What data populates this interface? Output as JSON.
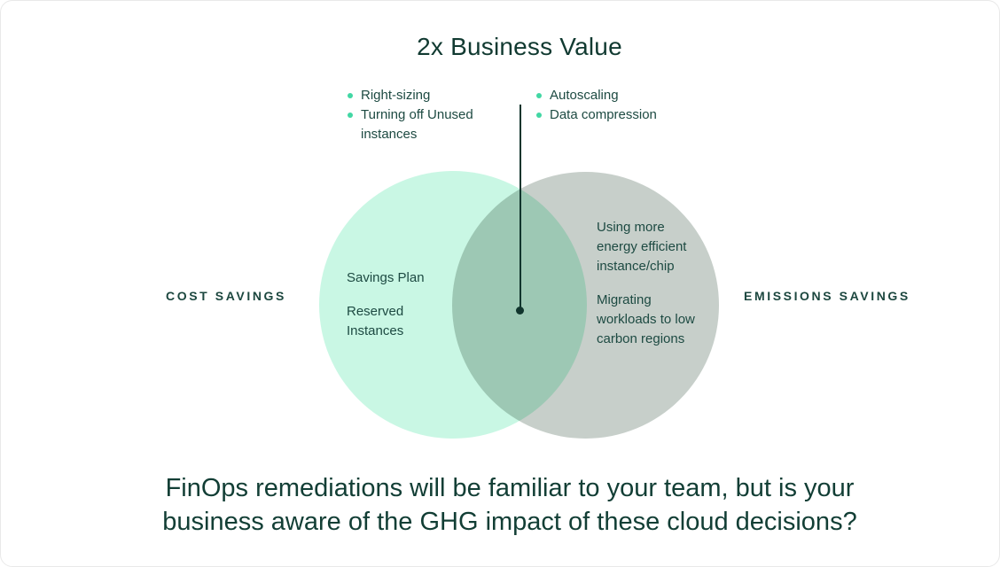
{
  "title": "2x Business Value",
  "top_lists": {
    "left": {
      "items": [
        "Right-sizing",
        "Turning off Unused instances"
      ]
    },
    "right": {
      "items": [
        "Autoscaling",
        "Data compression"
      ]
    }
  },
  "venn": {
    "left_label": "COST SAVINGS",
    "right_label": "EMISSIONS SAVINGS",
    "left_items": [
      "Savings Plan",
      "Reserved Instances"
    ],
    "right_items": [
      "Using more energy efficient instance/chip",
      "Migrating workloads to low carbon regions"
    ],
    "colors": {
      "left_circle": "#c9f7e4",
      "right_circle": "#c7cfca",
      "overlap": "#9dd3be",
      "bullet_green": "#42d7a4",
      "dark_text": "#1d4a42",
      "title_text": "#113a31"
    }
  },
  "caption": {
    "lines": [
      "FinOps remediations will be familiar to your team, but is your",
      "business aware of the GHG impact of these cloud decisions?"
    ]
  }
}
